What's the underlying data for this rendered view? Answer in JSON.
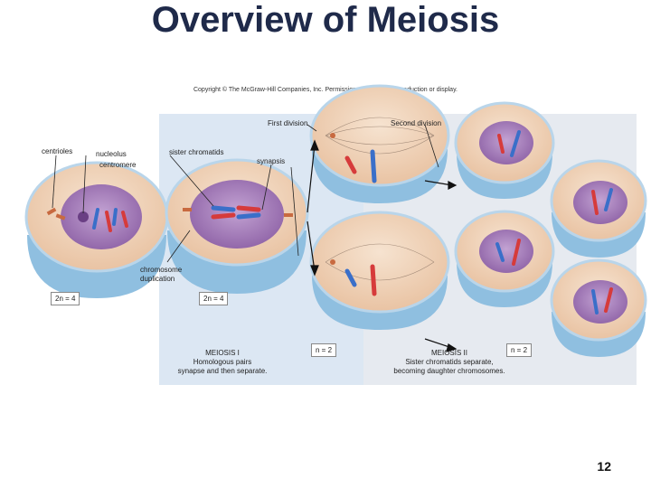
{
  "title": "Overview of Meiosis",
  "copyright": "Copyright © The McGraw-Hill Companies, Inc. Permission required for reproduction or display.",
  "labels": {
    "first_division": "First division",
    "second_division": "Second division",
    "centrioles": "centrioles",
    "nucleolus": "nucleolus",
    "centromere": "centromere",
    "sister_chromatids": "sister chromatids",
    "synapsis": "synapsis",
    "chromosome_duplication_line1": "chromosome",
    "chromosome_duplication_line2": "duplication"
  },
  "ploidy": {
    "start": "2n = 4",
    "after_duplication": "2n = 4",
    "meiosis1": "n = 2",
    "meiosis2": "n = 2"
  },
  "captions": {
    "meiosis1_title": "MEIOSIS I",
    "meiosis1_line1": "Homologous pairs",
    "meiosis1_line2": "synapse and then separate.",
    "meiosis2_title": "MEIOSIS II",
    "meiosis2_line1": "Sister chromatids separate,",
    "meiosis2_line2": "becoming daughter chromosomes."
  },
  "page_number": "12",
  "colors": {
    "title": "#1f2a4a",
    "chrom_red": "#d63b3b",
    "chrom_blue": "#3a6fc9",
    "nucleus": "#9a6fb0",
    "cytoplasm": "#f1d3b8",
    "membrane": "#8fbfe0"
  }
}
